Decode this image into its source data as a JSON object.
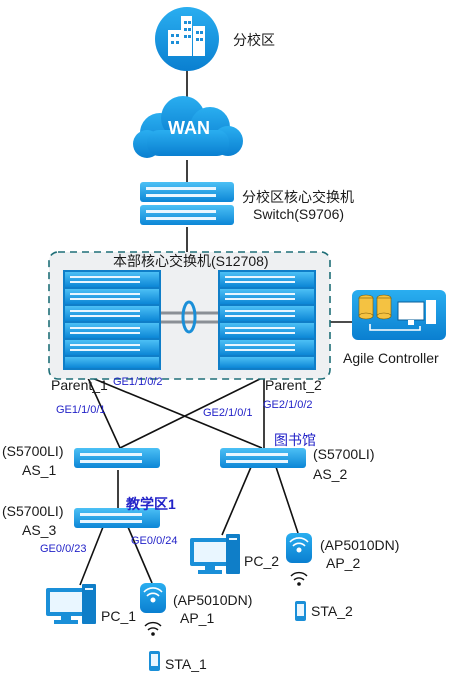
{
  "branch_campus": {
    "label": "分校区"
  },
  "wan": {
    "label": "WAN"
  },
  "branch_core": {
    "line1": "分校区核心交换机",
    "line2": "Switch(S9706)"
  },
  "hq_core": {
    "title": "本部核心交换机(S12708)",
    "parent1": "Parent_1",
    "parent2": "Parent_2"
  },
  "controller": {
    "label": "Agile Controller"
  },
  "ports": {
    "ge1_1_0_2": "GE1/1/0/2",
    "ge1_1_0_1": "GE1/1/0/1",
    "ge2_1_0_1": "GE2/1/0/1",
    "ge2_1_0_2": "GE2/1/0/2",
    "ge0_0_23": "GE0/0/23",
    "ge0_0_24": "GE0/0/24"
  },
  "as1": {
    "model": "(S5700LI)",
    "name": "AS_1"
  },
  "as2": {
    "model": "(S5700LI)",
    "name": "AS_2",
    "area": "图书馆"
  },
  "as3": {
    "model": "(S5700LI)",
    "name": "AS_3",
    "area": "教学区1"
  },
  "pc1": {
    "label": "PC_1"
  },
  "pc2": {
    "label": "PC_2"
  },
  "ap1": {
    "model": "(AP5010DN)",
    "name": "AP_1"
  },
  "ap2": {
    "model": "(AP5010DN)",
    "name": "AP_2"
  },
  "sta1": {
    "label": "STA_1"
  },
  "sta2": {
    "label": "STA_2"
  },
  "colors": {
    "device": "#1ea0e6",
    "device_dark": "#0a78c3",
    "link": "#111111",
    "port_label": "#2323c8",
    "box_fill": "#eef0f2"
  }
}
